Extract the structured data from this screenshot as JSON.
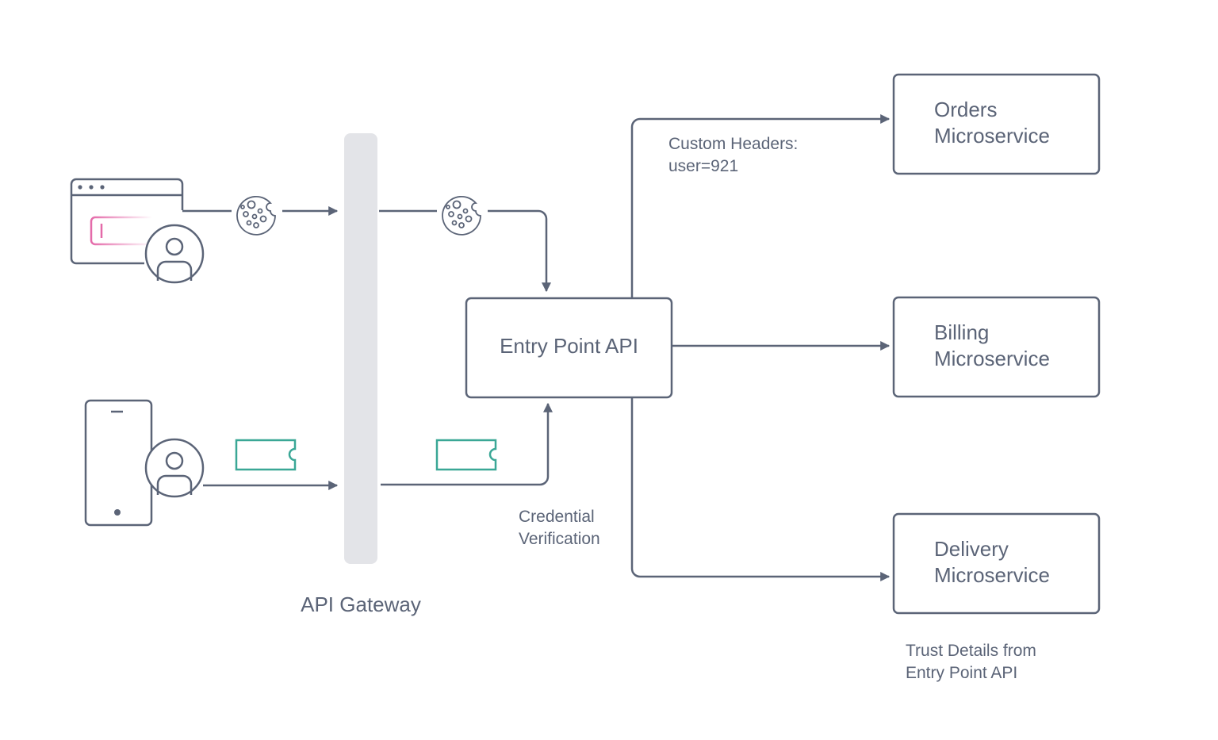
{
  "gateway": {
    "label": "API Gateway"
  },
  "entry_point": {
    "label": "Entry Point API"
  },
  "services": [
    {
      "line1": "Orders",
      "line2": "Microservice"
    },
    {
      "line1": "Billing",
      "line2": "Microservice"
    },
    {
      "line1": "Delivery",
      "line2": "Microservice"
    }
  ],
  "annotations": {
    "custom_headers_line1": "Custom Headers:",
    "custom_headers_line2": "user=921",
    "credential_line1": "Credential",
    "credential_line2": "Verification",
    "trust_line1": "Trust Details from",
    "trust_line2": "Entry Point API"
  },
  "colors": {
    "stroke": "#5b6477",
    "gateway_bar": "#e3e4e8",
    "token": "#3aa796",
    "input_accent": "#e46aa9"
  },
  "icons": [
    "browser-icon",
    "user-icon",
    "phone-icon",
    "cookie-icon",
    "token-icon"
  ]
}
